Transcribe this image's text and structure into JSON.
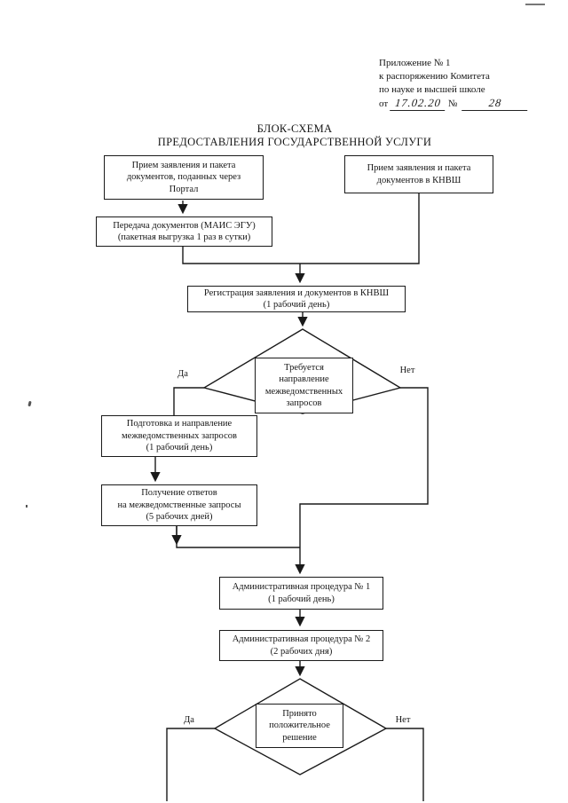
{
  "document": {
    "annex": {
      "line1": "Приложение № 1",
      "line2": "к распоряжению Комитета",
      "line3": "по науке и высшей школе",
      "from_label": "от",
      "date_handwritten": "17.02.20",
      "no_label": "№",
      "number_handwritten": "28"
    },
    "title_line1": "БЛОК-СХЕМА",
    "title_line2": "ПРЕДОСТАВЛЕНИЯ ГОСУДАРСТВЕННОЙ УСЛУГИ"
  },
  "flowchart": {
    "portal_box": {
      "lines": [
        "Прием заявления и пакета",
        "документов, поданных через",
        "Портал"
      ]
    },
    "knvsh_box": {
      "lines": [
        "Прием заявления и пакета",
        "документов в КНВШ"
      ]
    },
    "transfer_box": {
      "lines": [
        "Передача документов (МАИС ЭГУ)",
        "(пакетная выгрузка 1 раз в сутки)"
      ]
    },
    "registration_box": {
      "lines": [
        "Регистрация заявления и документов в КНВШ",
        "(1 рабочий день)"
      ]
    },
    "decision_interagency": {
      "lines": [
        "Требуется",
        "направление",
        "межведомственных",
        "запросов"
      ]
    },
    "prepare_box": {
      "lines": [
        "Подготовка и направление",
        "межведомственных запросов",
        "(1 рабочий день)"
      ]
    },
    "responses_box": {
      "lines": [
        "Получение ответов",
        "на межведомственные запросы",
        "(5 рабочих дней)"
      ]
    },
    "procedure1_box": {
      "lines": [
        "Административная процедура № 1",
        "(1 рабочий день)"
      ]
    },
    "procedure2_box": {
      "lines": [
        "Административная процедура № 2",
        "(2 рабочих дня)"
      ]
    },
    "decision_positive": {
      "lines": [
        "Принято",
        "положительное",
        "решение"
      ]
    },
    "labels": {
      "yes": "Да",
      "no": "Нет"
    }
  },
  "colors": {
    "ink": "#1a1a1a",
    "paper": "#ffffff"
  }
}
